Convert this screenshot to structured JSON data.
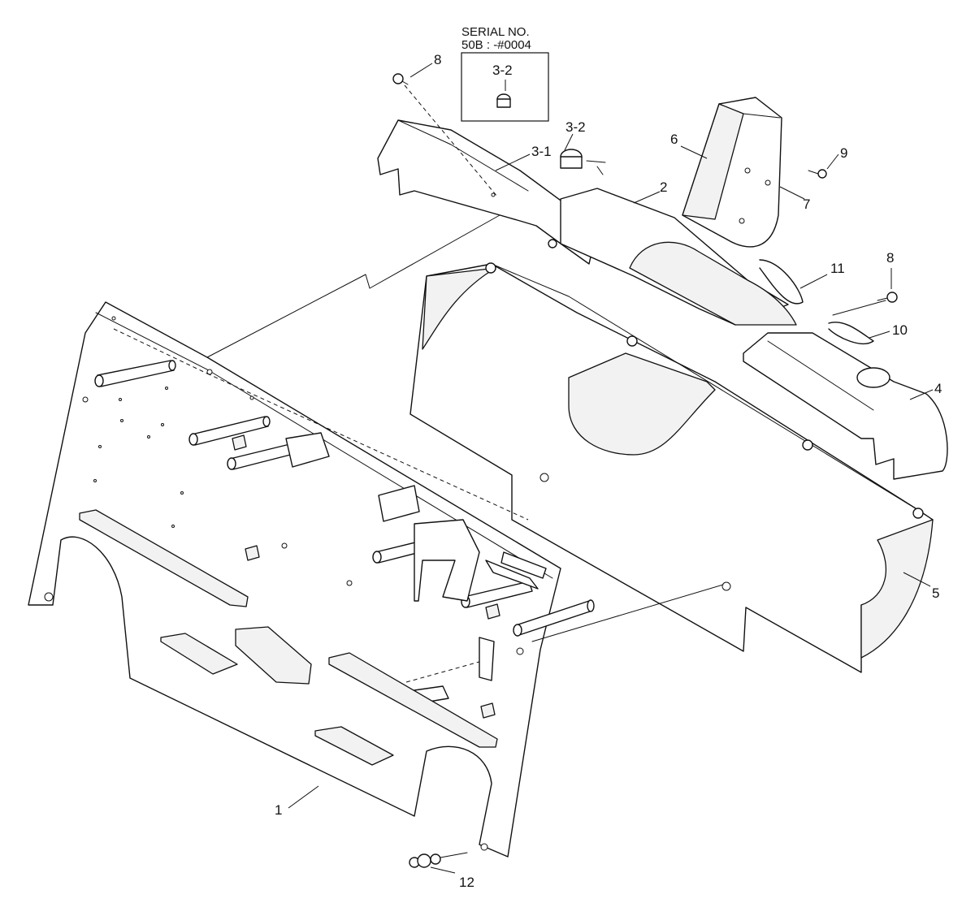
{
  "serial_note": {
    "line1": "SERIAL NO.",
    "line2": "50B : -#0004",
    "inset_label": "3-2"
  },
  "callouts": {
    "c1": "1",
    "c2": "2",
    "c3_1": "3-1",
    "c3_2": "3-2",
    "c4": "4",
    "c5": "5",
    "c6": "6",
    "c7": "7",
    "c8_top": "8",
    "c8_right": "8",
    "c9": "9",
    "c10": "10",
    "c11": "11",
    "c12": "12"
  }
}
